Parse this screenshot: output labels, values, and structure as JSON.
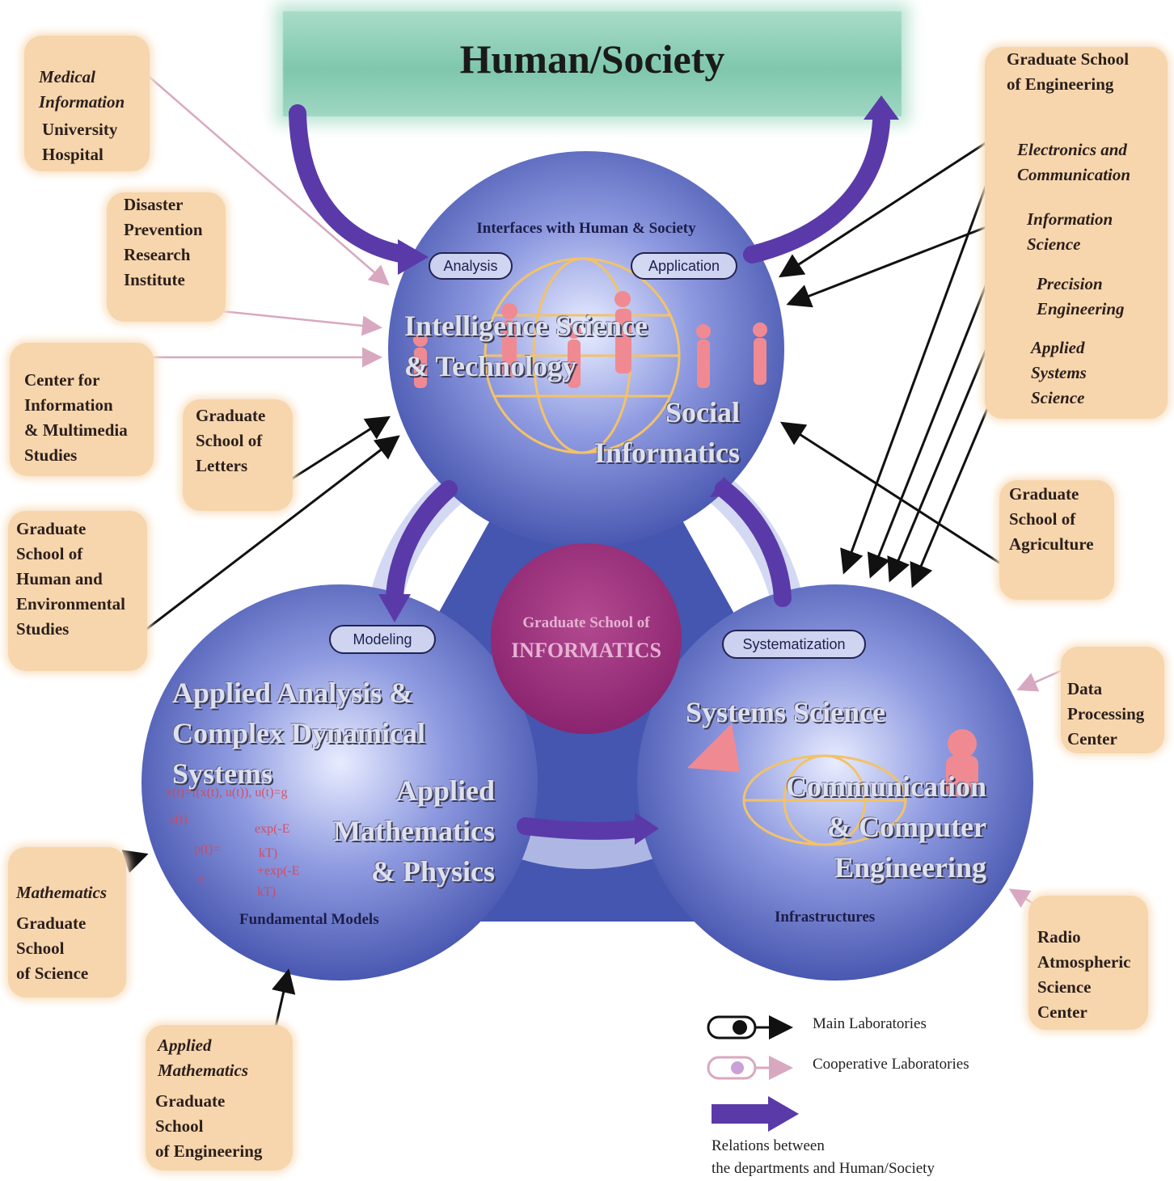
{
  "banner": {
    "title": "Human/Society"
  },
  "hub": {
    "line1": "Graduate School of",
    "line2": "INFORMATICS"
  },
  "circles": {
    "top": {
      "caption": "Interfaces with Human & Society",
      "pill_left": "Analysis",
      "pill_right": "Application",
      "dept1": "Intelligence Science\n& Technology",
      "dept2": "Social\nInformatics"
    },
    "left": {
      "pill": "Modeling",
      "dept1": "Applied Analysis &\nComplex Dynamical\nSystems",
      "dept2": "Applied\nMathematics\n& Physics",
      "caption": "Fundamental Models"
    },
    "right": {
      "pill": "Systematization",
      "dept1": "Systems Science",
      "dept2": "Communication\n& Computer\nEngineering",
      "caption": "Infrastructures"
    }
  },
  "labs": {
    "medical": {
      "italic": "Medical\nInformation",
      "normal": "University\nHospital"
    },
    "disaster": {
      "normal": "Disaster\nPrevention\nResearch\nInstitute"
    },
    "center_info": {
      "normal": "Center for\nInformation\n& Multimedia\nStudies"
    },
    "letters": {
      "normal": "Graduate\nSchool of\nLetters"
    },
    "human_env": {
      "normal": "Graduate\nSchool of\nHuman and\nEnvironmental\nStudies"
    },
    "science": {
      "italic": "Mathematics",
      "normal": "Graduate\nSchool\nof Science"
    },
    "eng_bottom": {
      "italic": "Applied\nMathematics",
      "normal": "Graduate\nSchool\nof Engineering"
    },
    "eng_top": {
      "title": "Graduate School\nof Engineering",
      "sub1": "Electronics and\nCommunication",
      "sub2": "Information\nScience",
      "sub3": "Precision\nEngineering",
      "sub4": "Applied\nSystems\nScience"
    },
    "agriculture": {
      "normal": "Graduate\nSchool of\nAgriculture"
    },
    "data_center": {
      "normal": "Data\nProcessing\nCenter"
    },
    "radio": {
      "normal": "Radio\nAtmospheric\nScience\nCenter"
    }
  },
  "legend": {
    "main": "Main Laboratories",
    "coop": "Cooperative Laboratories",
    "relations": "Relations between\nthe departments and Human/Society"
  },
  "colors": {
    "circle": "#4e5fb8",
    "hub": "#9a2f78",
    "arrow": "#5a3aa8",
    "box": "#f7d6ad",
    "banner": "#8fd0b8",
    "figure": "#f08a92"
  }
}
